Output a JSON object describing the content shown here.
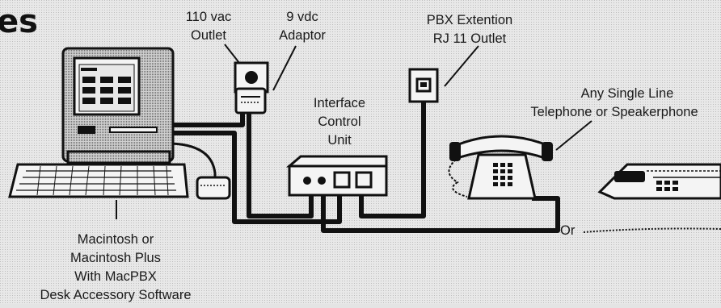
{
  "title_fragment": "es",
  "labels": {
    "outlet_110": [
      "110 vac",
      "Outlet"
    ],
    "adaptor": [
      "9 vdc",
      "Adaptor"
    ],
    "pbx": [
      "PBX Extention",
      "RJ 11 Outlet"
    ],
    "telephone": [
      "Any Single Line",
      "Telephone or Speakerphone"
    ],
    "interface": [
      "Interface",
      "Control",
      "Unit"
    ],
    "macintosh": [
      "Macintosh or",
      "Macintosh Plus",
      "With MacPBX",
      "Desk Accessory Software"
    ],
    "or": "Or"
  },
  "colors": {
    "background": "#e4e4e4",
    "ink": "#111111",
    "device_face": "#f4f4f4"
  }
}
